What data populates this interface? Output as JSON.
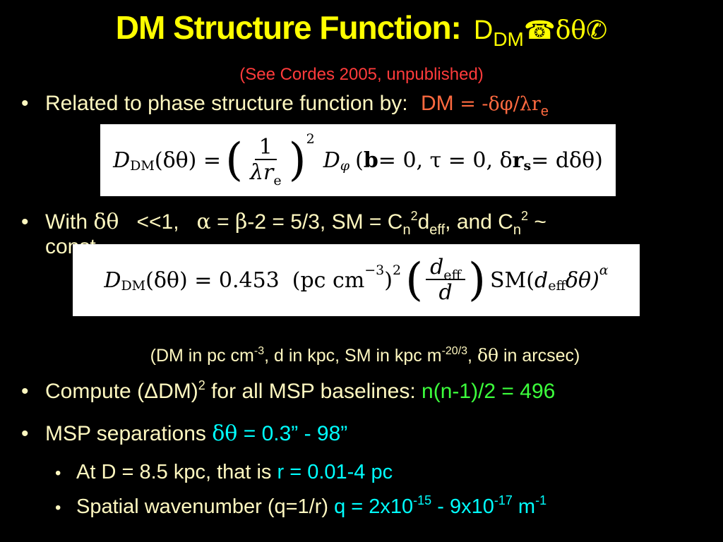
{
  "title": {
    "main": "DM Structure Function:",
    "symbol": "D",
    "symbol_sub": "DM",
    "argument": "☎δθ✆"
  },
  "subtitle": "(See Cordes 2005, unpublished)",
  "bullet1": {
    "text": "Related to phase structure function by:",
    "dm": "DM",
    "expr": " = -δφ/λr",
    "expr_sub": "e"
  },
  "eq1": {
    "lhs": "D",
    "lhs_sub": "DM",
    "lhs_arg": "(δθ) =",
    "frac_num": "1",
    "frac_den": "λr",
    "frac_den_sub": "e",
    "power": "2",
    "rhs": "D",
    "rhs_sub": "φ",
    "rhs_open": "(",
    "b": "b",
    "rhs_mid": " = 0, τ = 0, δ",
    "r": "r",
    "r_sub": "s",
    "rhs_end": " = dδθ)"
  },
  "bullet2": {
    "with": "With ",
    "dtheta": "δθ",
    "ll": "   <<1,   ",
    "alpha": "α",
    "eq": " = ",
    "beta": "β",
    "rest1": "-2 = 5/3, SM = C",
    "n1": "n",
    "two1": "2",
    "d": "d",
    "eff": "eff",
    "rest2": ", and C",
    "n2": "n",
    "two2": "2",
    "rest3": " ~",
    "line2": "const"
  },
  "eq2": {
    "lhs": "D",
    "lhs_sub": "DM",
    "lhs_arg": "(δθ) = 0.453",
    "unit": "(pc cm",
    "unit_exp": "−3",
    "unit_close": ")",
    "unit_pow": "2",
    "frac_num": "d",
    "frac_num_sub": "eff",
    "frac_den": "d",
    "sm": "SM(",
    "sm_d": "d",
    "sm_eff": "eff",
    "sm_end": "δθ)",
    "alpha": "α"
  },
  "units_line": {
    "a": "(DM in pc cm",
    "a_sup": "-3",
    "b": ", d in kpc, SM in kpc m",
    "b_sup": "-20/3",
    "c": ", ",
    "dtheta": "δθ",
    "d": " in arcsec)"
  },
  "bullet3": {
    "text": "Compute (ΔDM)",
    "sup": "2",
    "text2": " for all MSP baselines: ",
    "green": "n(n-1)/2 = 496"
  },
  "bullet4": {
    "text": "MSP separations ",
    "dtheta": "δθ",
    "value": " = 0.3” - 98”"
  },
  "sub1": {
    "text": "At D = 8.5 kpc, that is ",
    "value": "r = 0.01-4 pc"
  },
  "sub2": {
    "text": "Spatial wavenumber (q=1/r) ",
    "v1": "q = 2x10",
    "v1_sup": "-15",
    "v2": " - 9x10",
    "v2_sup": "-17",
    "v3": " m",
    "v3_sup": "-1"
  },
  "bullet_glyph": "•",
  "colors": {
    "background": "#000000",
    "title": "#ffff00",
    "subtitle": "#ff3b3b",
    "text": "#fff8c0",
    "dm": "#ff6a40",
    "green": "#3cff3c",
    "cyan": "#00ffff"
  }
}
